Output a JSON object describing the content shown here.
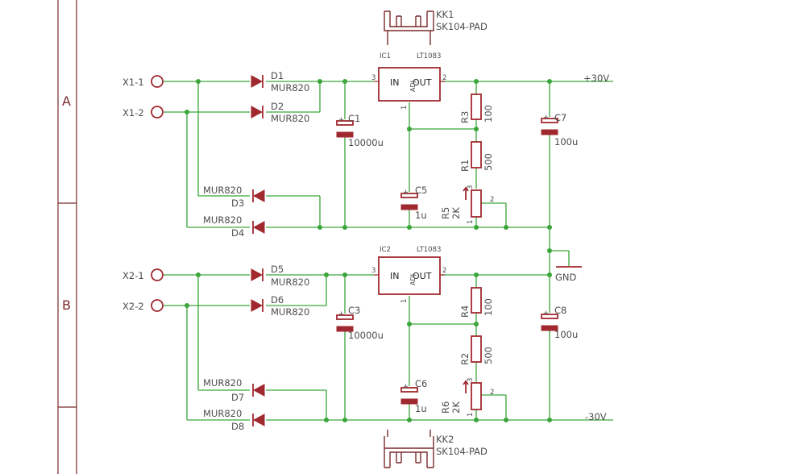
{
  "colors": {
    "wire": "#3aa63a",
    "part": "#a0292f",
    "text": "#4d4d4d",
    "frame": "#7a2a2a"
  },
  "frame": {
    "row_a": "A",
    "row_b": "B"
  },
  "heatsinks": {
    "kk1": {
      "name": "KK1",
      "value": "SK104-PAD"
    },
    "kk2": {
      "name": "KK2",
      "value": "SK104-PAD"
    }
  },
  "connectors": {
    "x1_1": "X1-1",
    "x1_2": "X1-2",
    "x2_1": "X2-1",
    "x2_2": "X2-2"
  },
  "diodes": {
    "d1": {
      "name": "D1",
      "value": "MUR820"
    },
    "d2": {
      "name": "D2",
      "value": "MUR820"
    },
    "d3": {
      "name": "D3",
      "value": "MUR820"
    },
    "d4": {
      "name": "D4",
      "value": "MUR820"
    },
    "d5": {
      "name": "D5",
      "value": "MUR820"
    },
    "d6": {
      "name": "D6",
      "value": "MUR820"
    },
    "d7": {
      "name": "D7",
      "value": "MUR820"
    },
    "d8": {
      "name": "D8",
      "value": "MUR820"
    }
  },
  "capacitors": {
    "c1": {
      "name": "C1",
      "value": "10000u"
    },
    "c3": {
      "name": "C3",
      "value": "10000u"
    },
    "c5": {
      "name": "C5",
      "value": "1u"
    },
    "c6": {
      "name": "C6",
      "value": "1u"
    },
    "c7": {
      "name": "C7",
      "value": "100u"
    },
    "c8": {
      "name": "C8",
      "value": "100u"
    }
  },
  "regulators": {
    "ic1": {
      "name": "IC1",
      "value": "LT1083",
      "in": "IN",
      "adj": "ADJ",
      "out": "OUT",
      "pin_in": "3",
      "pin_out": "2",
      "pin_adj": "1"
    },
    "ic2": {
      "name": "IC2",
      "value": "LT1083",
      "in": "IN",
      "adj": "ADJ",
      "out": "OUT",
      "pin_in": "3",
      "pin_out": "2",
      "pin_adj": "1"
    }
  },
  "resistors": {
    "r1": {
      "name": "R1",
      "value": "500"
    },
    "r2": {
      "name": "R2",
      "value": "500"
    },
    "r3": {
      "name": "R3",
      "value": "100"
    },
    "r4": {
      "name": "R4",
      "value": "100"
    }
  },
  "trimmers": {
    "r5": {
      "name": "R5",
      "value": "2K",
      "pin1": "1",
      "pin2": "2",
      "pin3": "3"
    },
    "r6": {
      "name": "R6",
      "value": "2K",
      "pin1": "1",
      "pin2": "2",
      "pin3": "3"
    }
  },
  "nets": {
    "pos": "+30V",
    "neg": "-30V",
    "gnd": "GND"
  },
  "plus_sign": "+"
}
